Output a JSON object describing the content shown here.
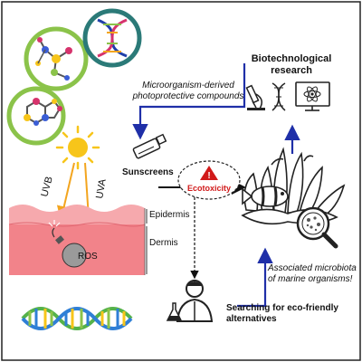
{
  "labels": {
    "biotech_line1": "Biotechnological",
    "biotech_line2": "research",
    "microorg_line1": "Microorganism-derived",
    "microorg_line2": "photoprotective compounds",
    "uvb": "UVB",
    "uva": "UVA",
    "sunscreens": "Sunscreens",
    "ecotoxicity": "Ecotoxicity",
    "epidermis": "Epidermis",
    "dermis": "Dermis",
    "ros": "ROS",
    "associated_line1": "Associated microbiota",
    "associated_line2": "of marine organisms!",
    "searching_line1": "Searching for eco-friendly",
    "searching_line2": "alternatives",
    "warning_mark": "!"
  },
  "colors": {
    "arrow_blue": "#1f2fa8",
    "ecotox_red": "#d11a1a",
    "skin_epidermis": "#f6a9ad",
    "skin_dermis": "#f2838a",
    "sun_yellow": "#f7c51a",
    "ray_orange": "#f3a51f",
    "circle_green": "#8bc34a",
    "circle_teal": "#2b7a78",
    "dna_green": "#55b24a",
    "dna_blue": "#2f7fd6"
  },
  "icons": [
    "molecule-icon",
    "dna-icon",
    "molecule-icon",
    "sun-icon",
    "sunscreen-tube-icon",
    "microscope-icon",
    "dna-icon",
    "atom-icon",
    "computer-icon",
    "coral-icon",
    "clownfish-icon",
    "magnifier-icon",
    "scientist-icon",
    "flask-icon",
    "bomb-icon",
    "warning-icon"
  ]
}
